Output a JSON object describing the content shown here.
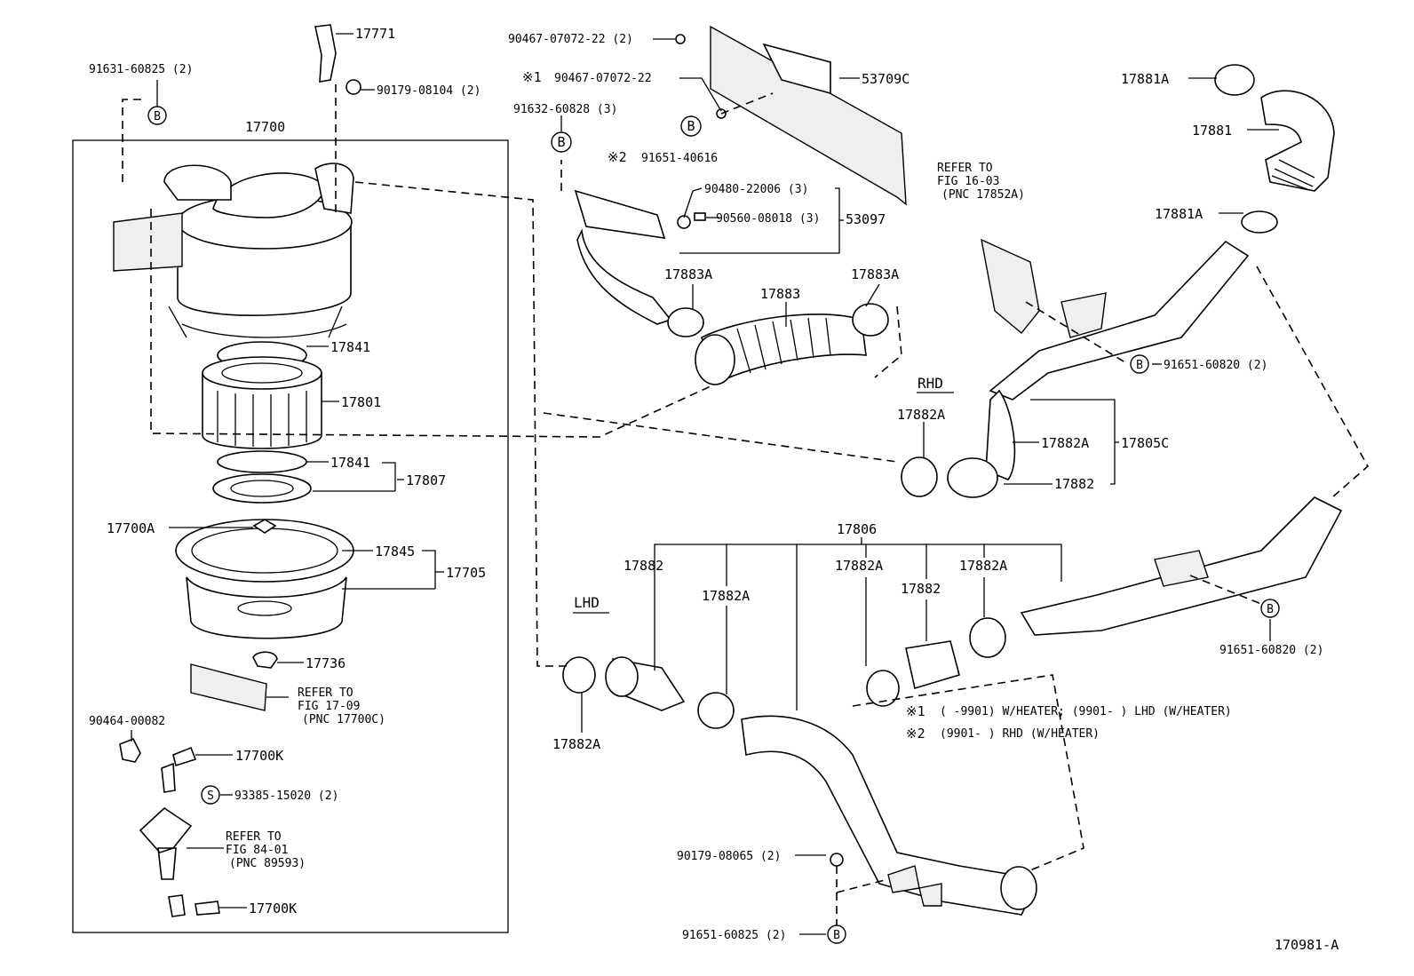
{
  "figure_id": "170981-A",
  "parts": {
    "p17771": "17771",
    "p90179_08104": "90179-08104 (2)",
    "p91631_60825": "91631-60825 (2)",
    "p17700": "17700",
    "p17841_top": "17841",
    "p17801": "17801",
    "p17841_bot": "17841",
    "p17807": "17807",
    "p17700A": "17700A",
    "p17845": "17845",
    "p17705": "17705",
    "p17736": "17736",
    "p90464_00082": "90464-00082",
    "p17700K_1": "17700K",
    "p93385_15020": "93385-15020 (2)",
    "p17700K_2": "17700K",
    "p90467_07072_22_2": "90467-07072-22 (2)",
    "p90467_07072_22": "90467-07072-22",
    "p53709C": "53709C",
    "p91632_60828": "91632-60828 (3)",
    "p91651_40616": "91651-40616",
    "p90480_22006": "90480-22006 (3)",
    "p90560_08018": "90560-08018 (3)",
    "p53097": "53097",
    "p17883A_1": "17883A",
    "p17883": "17883",
    "p17883A_2": "17883A",
    "p17881A_1": "17881A",
    "p17881": "17881",
    "p17881A_2": "17881A",
    "p91651_60820_1": "91651-60820 (2)",
    "p17882A_rhd1": "17882A",
    "p17882A_rhd2": "17882A",
    "p17805C": "17805C",
    "p17882_rhd": "17882",
    "p17806": "17806",
    "p17882_lhd1": "17882",
    "p17882A_lhd1": "17882A",
    "p17882A_lhd2": "17882A",
    "p17882_lhd2": "17882",
    "p17882A_lhd3": "17882A",
    "p17882A_lhd4": "17882A",
    "p91651_60820_2": "91651-60820 (2)",
    "p90179_08065": "90179-08065 (2)",
    "p91651_60825_b": "91651-60825 (2)"
  },
  "markers": {
    "note1": "※1",
    "note2": "※2",
    "circle_b": "B",
    "circle_s": "S"
  },
  "refs": {
    "ref_fig16_l1": "REFER TO",
    "ref_fig16_l2": "FIG 16-03",
    "ref_fig16_l3": "(PNC 17852A)",
    "ref_fig17_l1": "REFER TO",
    "ref_fig17_l2": "FIG 17-09",
    "ref_fig17_l3": "(PNC 17700C)",
    "ref_fig84_l1": "REFER TO",
    "ref_fig84_l2": "FIG 84-01",
    "ref_fig84_l3": "(PNC 89593)"
  },
  "regions": {
    "rhd": "RHD",
    "lhd": "LHD"
  },
  "notes": {
    "note1_text": "(      -9901) W/HEATER; (9901-      ) LHD (W/HEATER)",
    "note2_text": "(9901-      ) RHD (W/HEATER)"
  }
}
